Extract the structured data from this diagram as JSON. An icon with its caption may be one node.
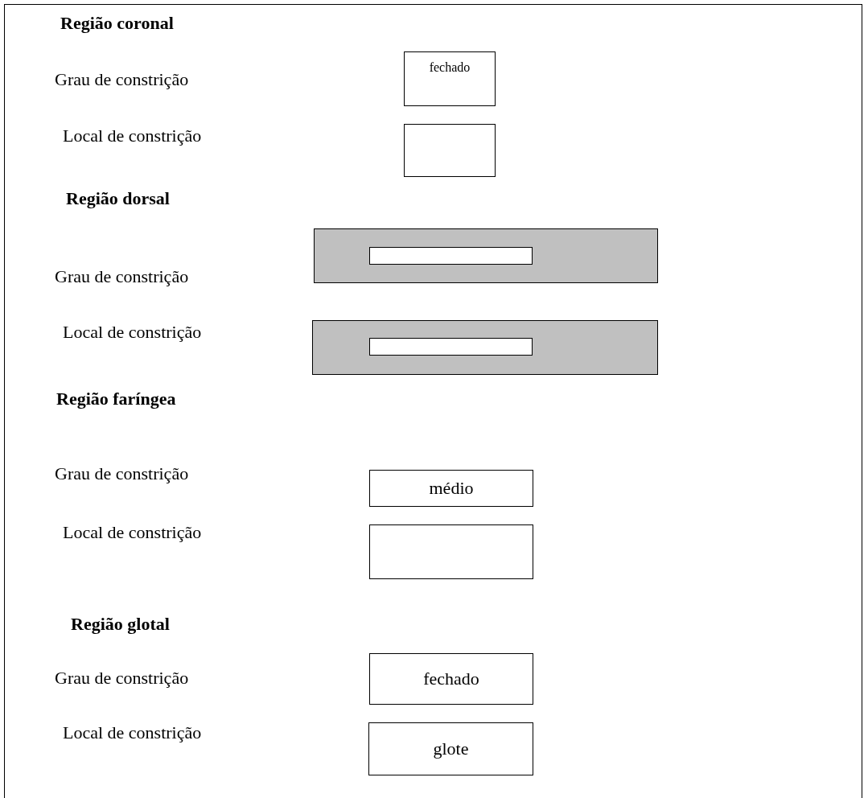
{
  "diagram": {
    "nodes": [
      {
        "text": [
          "fechado"
        ]
      },
      {
        "text": [],
        "shape": "box"
      },
      {
        "text": [],
        "shape": "bar"
      },
      {
        "text": [],
        "shape": "box",
        "in": 2
      },
      {
        "text": [],
        "shape": "bar"
      },
      {
        "text": [],
        "shape": "box",
        "in": 4
      },
      {
        "text": [
          "médio"
        ]
      },
      {
        "text": [],
        "shape": "box"
      },
      {
        "text": [
          "fechado"
        ]
      },
      {
        "text": [
          "glote"
        ]
      }
    ],
    "labels": [
      "Região coronal",
      "Grau de constrição",
      "Local de constrição",
      "Região dorsal",
      "Grau de constrição",
      "Local de constrição",
      "Região faríngea",
      "Grau de constrição",
      "Local de constrição",
      "Região glotal",
      "Grau de constrição",
      "Local de constrição"
    ]
  }
}
